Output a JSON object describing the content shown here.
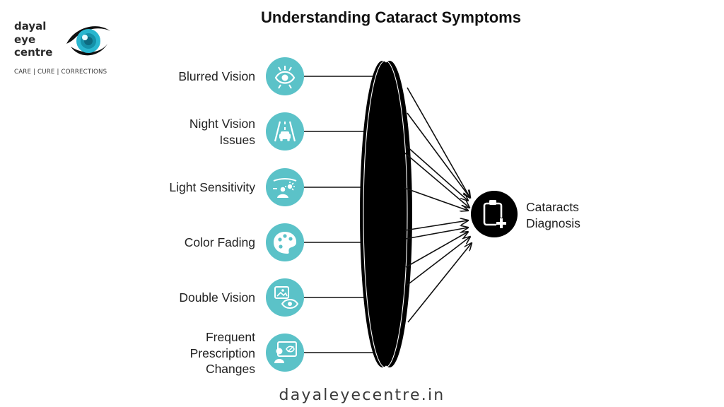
{
  "brand": {
    "name_lines": [
      "dayal",
      "eye",
      "centre"
    ],
    "tagline": "CARE | CURE | CORRECTIONS",
    "logo_icon": "eye-logo-icon",
    "accent_color": "#29b6cf"
  },
  "title": "Understanding Cataract Symptoms",
  "symptoms": [
    {
      "label": "Blurred Vision",
      "icon": "blurred-eye-icon"
    },
    {
      "label": "Night Vision\nIssues",
      "icon": "night-road-car-icon"
    },
    {
      "label": "Light Sensitivity",
      "icon": "light-sensitivity-icon"
    },
    {
      "label": "Color Fading",
      "icon": "color-palette-icon"
    },
    {
      "label": "Double Vision",
      "icon": "double-vision-icon"
    },
    {
      "label": "Frequent\nPrescription\nChanges",
      "icon": "prescription-glasses-icon"
    }
  ],
  "result": {
    "label": "Cataracts\nDiagnosis",
    "icon": "clipboard-medical-icon"
  },
  "colors": {
    "icon_circle": "#5bc2c8",
    "lens": "#000000",
    "text": "#222222"
  },
  "footer": "dayaleyecentre.in"
}
